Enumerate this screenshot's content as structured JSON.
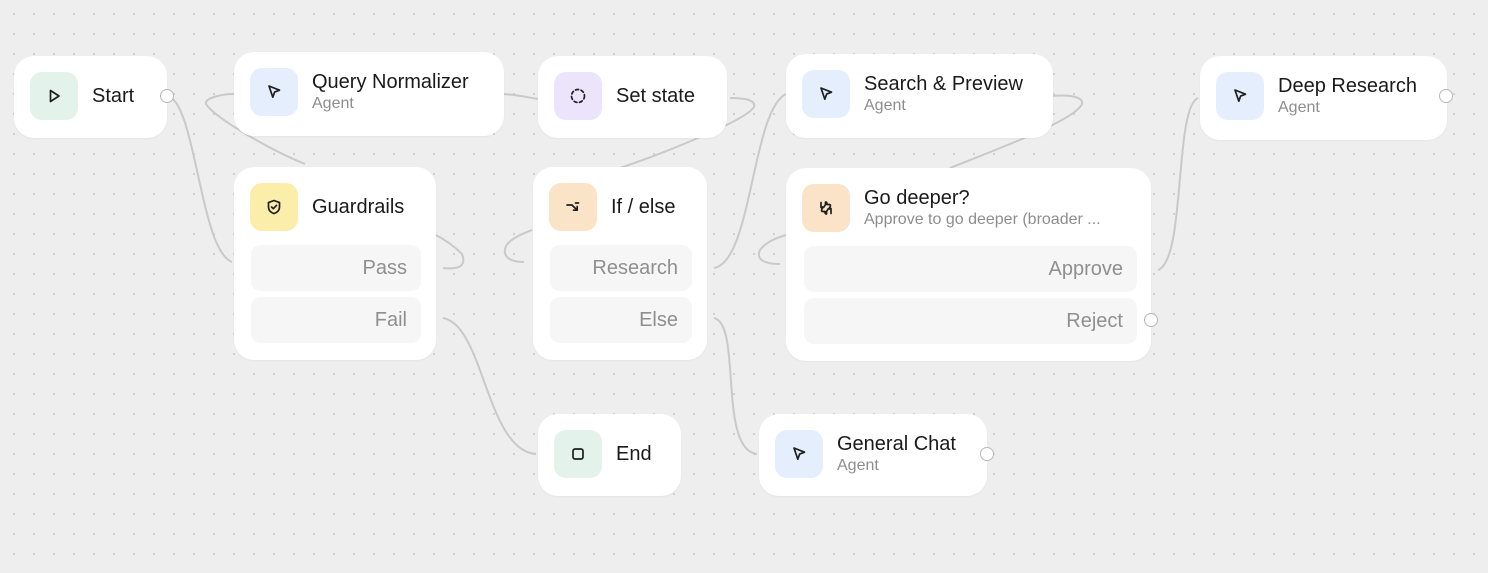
{
  "nodes": {
    "start": {
      "title": "Start",
      "icon": "play-icon"
    },
    "query_normalizer": {
      "title": "Query Normalizer",
      "subtitle": "Agent",
      "icon": "cursor-icon"
    },
    "set_state": {
      "title": "Set state",
      "icon": "dashed-circle-icon"
    },
    "search_preview": {
      "title": "Search & Preview",
      "subtitle": "Agent",
      "icon": "cursor-icon"
    },
    "deep_research": {
      "title": "Deep Research",
      "subtitle": "Agent",
      "icon": "cursor-icon"
    },
    "guardrails": {
      "title": "Guardrails",
      "icon": "shield-check-icon",
      "branches": [
        "Pass",
        "Fail"
      ]
    },
    "if_else": {
      "title": "If / else",
      "icon": "branch-arrow-icon",
      "branches": [
        "Research",
        "Else"
      ]
    },
    "go_deeper": {
      "title": "Go deeper?",
      "subtitle": "Approve to go deeper (broader ...",
      "icon": "thumbs-icon",
      "branches": [
        "Approve",
        "Reject"
      ]
    },
    "end": {
      "title": "End",
      "icon": "stop-square-icon"
    },
    "general_chat": {
      "title": "General Chat",
      "subtitle": "Agent",
      "icon": "cursor-icon"
    }
  },
  "colors": {
    "canvas": "#eeeeee",
    "edge": "#c9c9c9",
    "start_icon_bg": "#e3f3ec",
    "agent_icon_bg": "#e4eefc",
    "state_icon_bg": "#ebe4fb",
    "guardrails_icon_bg": "#fbeeaa",
    "logic_icon_bg": "#fbe3c7"
  }
}
